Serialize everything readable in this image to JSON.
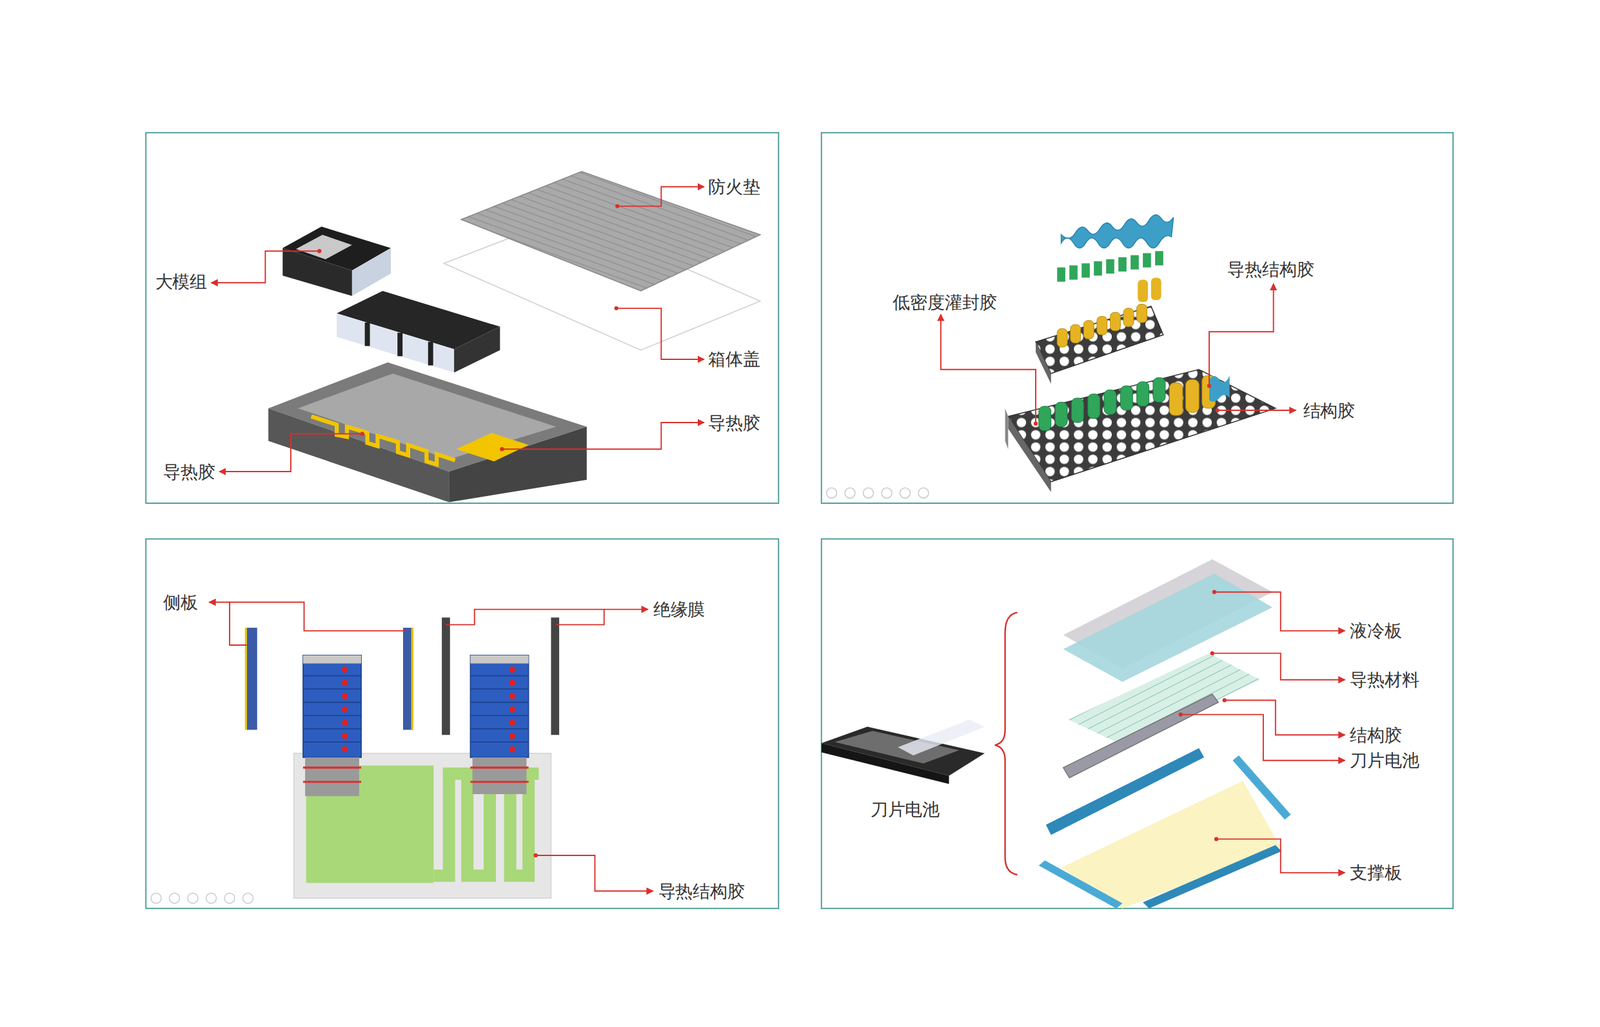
{
  "diagram": {
    "labels": [
      "防火垫",
      "大模组",
      "箱体盖",
      "导热胶",
      "导热胶",
      "导热结构胶",
      "低密度灌封胶",
      "结构胶",
      "侧板",
      "绝缘膜",
      "导热结构胶",
      "液冷板",
      "导热材料",
      "结构胶",
      "刀片电池",
      "刀片电池",
      "支撑板"
    ]
  }
}
